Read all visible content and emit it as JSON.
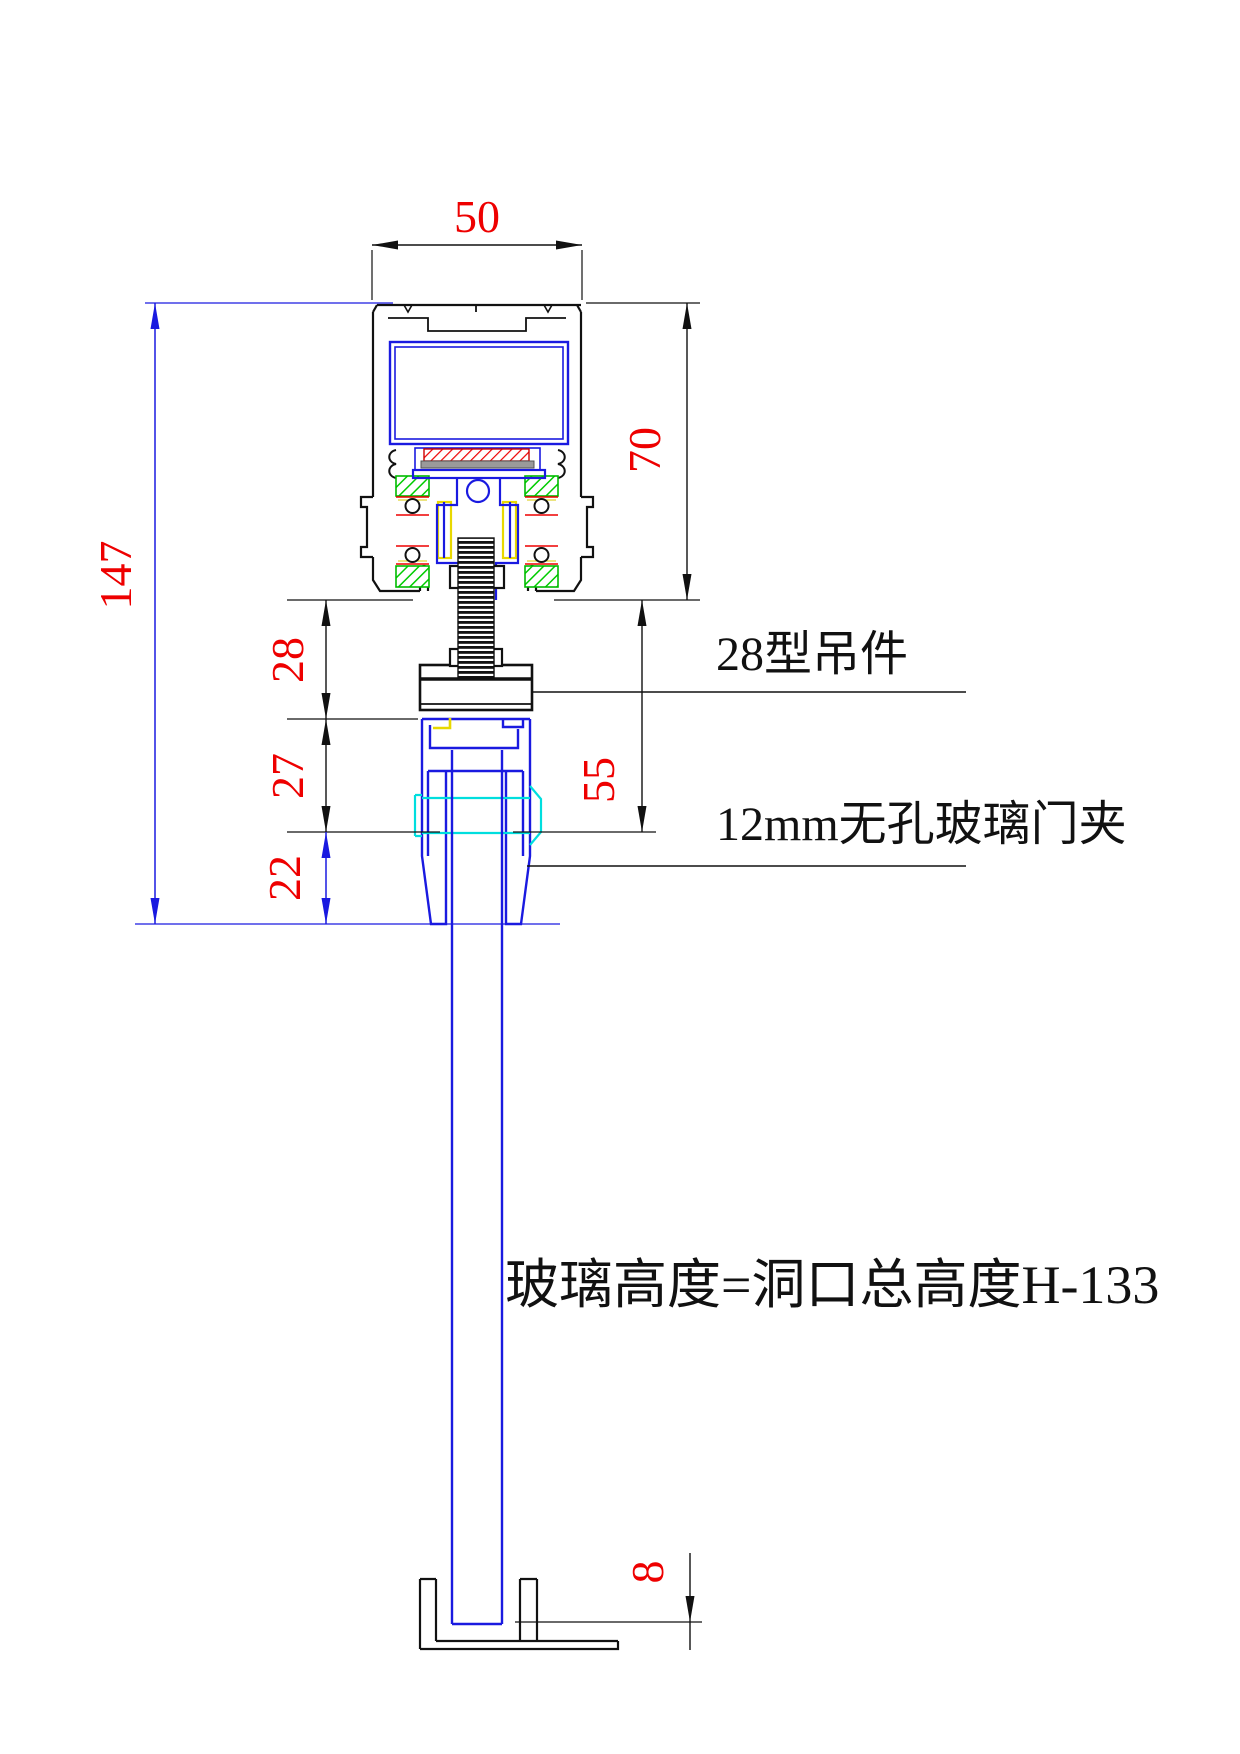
{
  "drawing": {
    "type": "sliding-door-track-section",
    "dimensions": {
      "track_width": "50",
      "total_height": "147",
      "track_height": "70",
      "track_to_hanger": "28",
      "hanger_section": "27",
      "clamp_lower": "22",
      "hanger_overall": "55",
      "floor_clearance": "8"
    },
    "labels": {
      "hanger": "28型吊件",
      "glass_clamp": "12mm无孔玻璃门夹"
    },
    "formula": "玻璃高度=洞口总高度H-133",
    "colors": {
      "dimension_text": "#ee0000",
      "profile_blue": "#1a1ae0",
      "bearing_green": "#00cc00",
      "screw_cyan": "#00dede",
      "axle_yellow": "#e8d800",
      "gasket_red": "#ee0000",
      "line_black": "#111111"
    }
  }
}
